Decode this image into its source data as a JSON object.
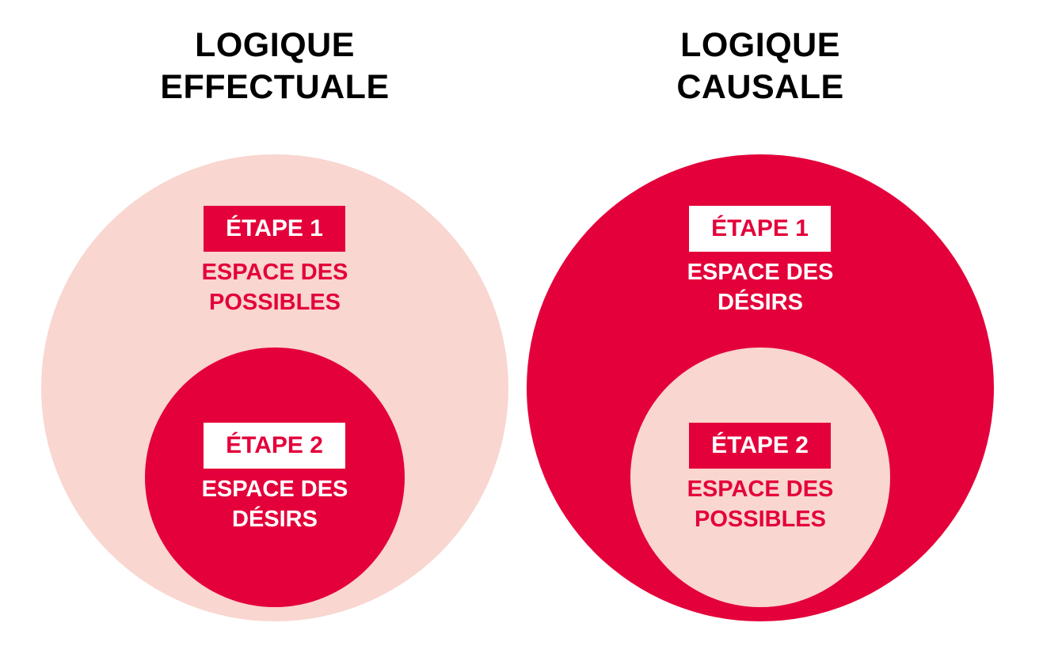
{
  "left": {
    "title_line1": "LOGIQUE",
    "title_line2": "EFFECTUALE",
    "step1": {
      "badge": "ÉTAPE 1",
      "line1": "ESPACE DES",
      "line2": "POSSIBLES"
    },
    "step2": {
      "badge": "ÉTAPE 2",
      "line1": "ESPACE DES",
      "line2": "DÉSIRS"
    }
  },
  "right": {
    "title_line1": "LOGIQUE",
    "title_line2": "CAUSALE",
    "step1": {
      "badge": "ÉTAPE 1",
      "line1": "ESPACE DES",
      "line2": "DÉSIRS"
    },
    "step2": {
      "badge": "ÉTAPE 2",
      "line1": "ESPACE DES",
      "line2": "POSSIBLES"
    }
  },
  "colors": {
    "red": "#E4003A",
    "pink": "#F9D6D0"
  }
}
